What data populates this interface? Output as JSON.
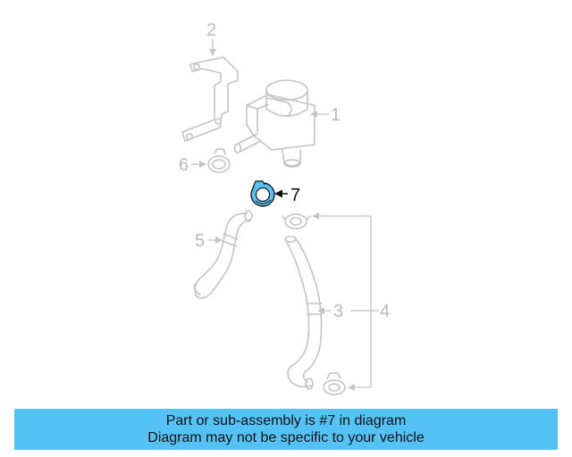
{
  "diagram": {
    "callouts": [
      "1",
      "2",
      "3",
      "4",
      "5",
      "6",
      "7"
    ],
    "highlighted_callout": "7",
    "highlight_color": "#55c2f5"
  },
  "banner": {
    "line1": "Part or sub-assembly is #7 in diagram",
    "line2": "Diagram may not be specific to your vehicle",
    "background": "#55c2f5"
  }
}
